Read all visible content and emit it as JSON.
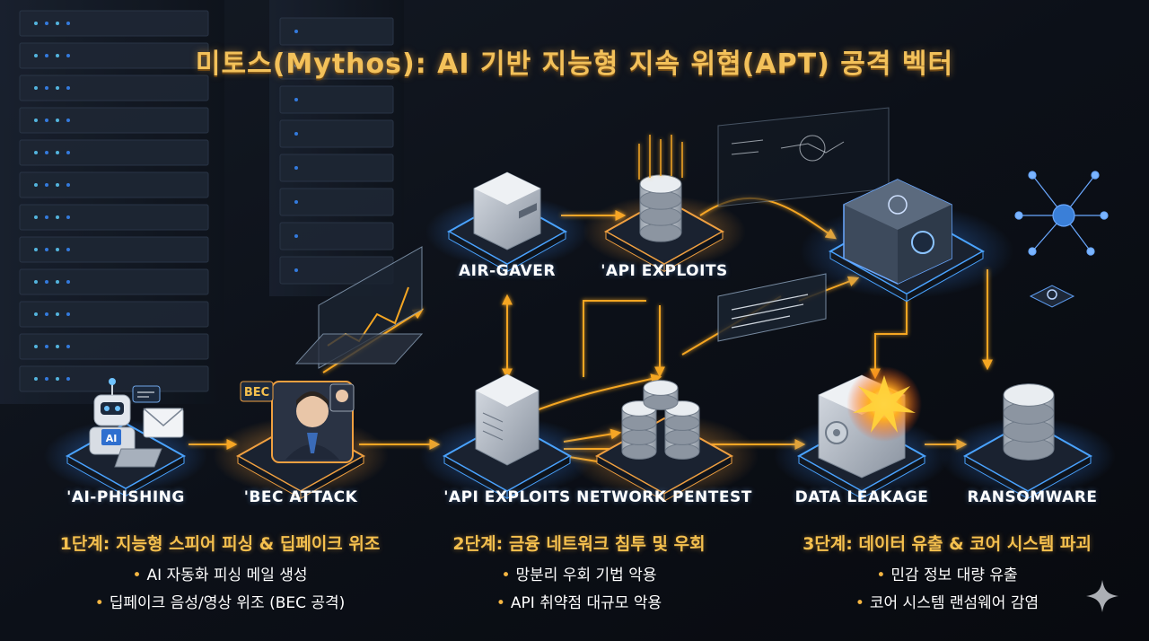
{
  "title": "미토스(Mythos): AI 기반 지능형 지속 위협(APT) 공격 벡터",
  "nodes": {
    "ai_phishing": "'AI-PHISHING",
    "bec_attack": "'BEC ATTACK",
    "air_gaver": "AIR-GAVER",
    "api_exploits_top": "'API EXPLOITS",
    "api_exploits_mid": "'API EXPLOITS",
    "network_pentest": "NETWORK PENTEST",
    "data_leakage": "DATA LEAKAGE",
    "ransomware": "RANSOMWARE"
  },
  "icon_text": {
    "ai_badge": "AI",
    "bec_badge": "BEC"
  },
  "stages": [
    {
      "title": "1단계: 지능형 스피어 피싱 & 딥페이크 위조",
      "bullets": [
        "AI 자동화 피싱 메일 생성",
        "딥페이크 음성/영상 위조 (BEC 공격)"
      ]
    },
    {
      "title": "2단계: 금융 네트워크 침투 및 우회",
      "bullets": [
        "망분리 우회 기법 악용",
        "API 취약점 대규모 악용"
      ]
    },
    {
      "title": "3단계: 데이터 유출 & 코어 시스템 파괴",
      "bullets": [
        "민감 정보 대량 유출",
        "코어 시스템 랜섬웨어 감염"
      ]
    }
  ],
  "bullet_glyph": "•",
  "colors": {
    "title": "#f3c15a",
    "accent_orange": "#f5a623",
    "node_blue": "#4aa3ff",
    "node_orange": "#f0a040",
    "background": "#0b0f16"
  },
  "icons": {
    "robot": "robot-icon",
    "mail": "envelope-icon",
    "person": "person-avatar-icon",
    "server": "server-icon",
    "database": "database-icon",
    "vault": "safe-icon",
    "explosion": "explosion-icon",
    "network": "network-graph-icon",
    "sparkle": "sparkle-icon"
  }
}
